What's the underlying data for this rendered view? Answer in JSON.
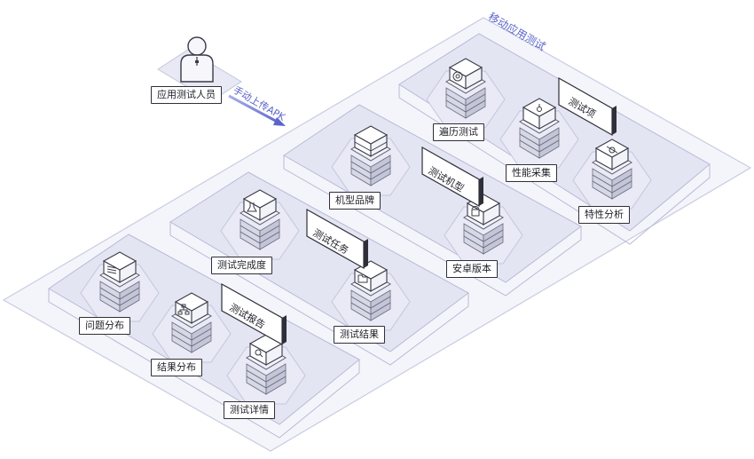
{
  "platform_title": "移动应用测试",
  "upload_arrow_label": "手动上传APK",
  "tester": {
    "label": "应用测试人员"
  },
  "groups": [
    {
      "name": "测试项",
      "items": [
        "遍历测试",
        "性能采集",
        "特性分析"
      ]
    },
    {
      "name": "测试机型",
      "items": [
        "机型品牌",
        "安卓版本"
      ]
    },
    {
      "name": "测试任务",
      "items": [
        "测试完成度",
        "测试结果"
      ]
    },
    {
      "name": "测试报告",
      "items": [
        "问题分布",
        "结果分布",
        "测试详情"
      ]
    }
  ],
  "colors": {
    "outline": "#c9cbe0",
    "platform_fill": "#f4f5fb",
    "group_fill": "#e4e5f3",
    "accent": "#5b64c9",
    "text": "#1e1e28"
  }
}
